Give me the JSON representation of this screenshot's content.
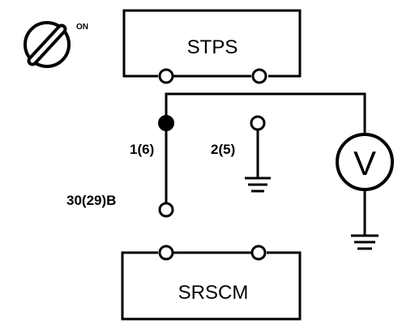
{
  "ignition": {
    "state_label": "ON",
    "icon": "ignition-key-switch-icon"
  },
  "components": {
    "top": "STPS",
    "bottom": "SRSCM"
  },
  "terminals": {
    "t1": "1(6)",
    "t2": "2(5)",
    "t30": "30(29)B"
  },
  "meter": {
    "symbol": "V",
    "icon": "voltmeter-icon"
  },
  "colors": {
    "line": "#000000",
    "background": "#ffffff"
  }
}
